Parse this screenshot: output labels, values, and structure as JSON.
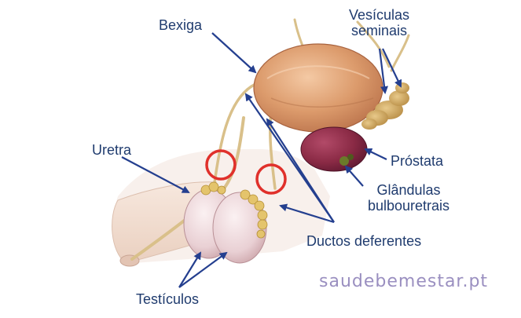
{
  "labels": {
    "bexiga": "Bexiga",
    "vesiculas_line1": "Vesículas",
    "vesiculas_line2": "seminais",
    "uretra": "Uretra",
    "prostata": "Próstata",
    "glandulas_line1": "Glândulas",
    "glandulas_line2": "bulbouretrais",
    "ductos": "Ductos deferentes",
    "testiculos": "Testículos"
  },
  "watermark": "saudebemestar.pt",
  "colors": {
    "label_text": "#1f3b6e",
    "arrow": "#243f8f",
    "highlight_circle": "#e0302b",
    "watermark": "#9a8fc0",
    "bladder": "#d99a6a",
    "prostate": "#8e2f4a",
    "vessel": "#d9c08a",
    "skin": "#f2ddd0",
    "testis": "#ecd6d8"
  }
}
